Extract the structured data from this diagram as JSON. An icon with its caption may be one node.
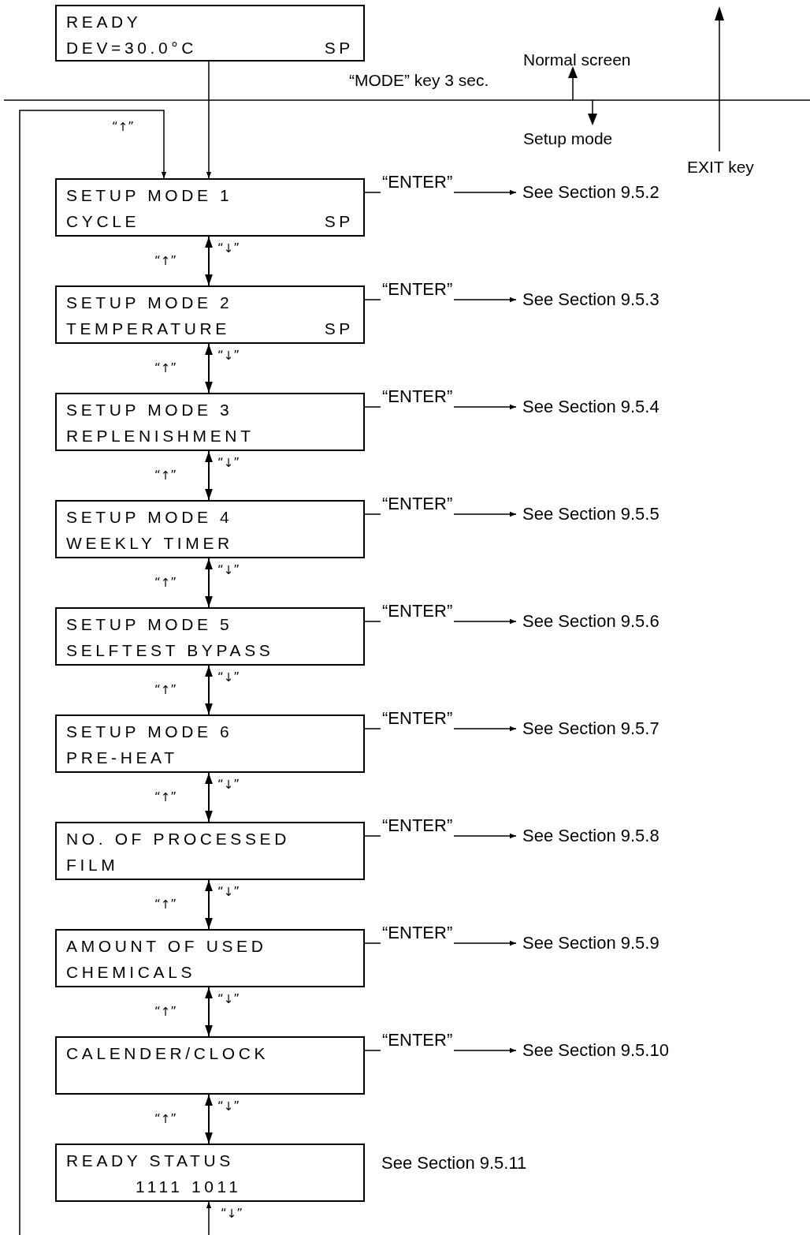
{
  "diagram": {
    "nodes": [
      {
        "text": [
          "READY",
          "DEV=30.0°C",
          "SP"
        ]
      },
      {
        "text": [
          "SETUP MODE 1",
          "CYCLE",
          "SP"
        ]
      },
      {
        "text": [
          "SETUP MODE 2",
          "TEMPERATURE",
          "SP"
        ]
      },
      {
        "text": [
          "SETUP MODE 3",
          "REPLENISHMENT"
        ]
      },
      {
        "text": [
          "SETUP MODE 4",
          "WEEKLY TIMER"
        ]
      },
      {
        "text": [
          "SETUP MODE 5",
          "SELFTEST BYPASS"
        ]
      },
      {
        "text": [
          "SETUP MODE 6",
          "PRE-HEAT"
        ]
      },
      {
        "text": [
          "NO. OF PROCESSED FILM"
        ]
      },
      {
        "text": [
          "AMOUNT OF USED CHEMICALS"
        ]
      },
      {
        "text": [
          "CALENDER/CLOCK"
        ]
      },
      {
        "text": [
          "READY STATUS",
          "1111 1011"
        ],
        "beside": [
          "See Section 9.5.11"
        ]
      },
      {
        "text": [
          "See Section 9.5.2"
        ]
      },
      {
        "text": [
          "See Section 9.5.3"
        ]
      },
      {
        "text": [
          "See Section 9.5.4"
        ]
      },
      {
        "text": [
          "See Section 9.5.5"
        ]
      },
      {
        "text": [
          "See Section 9.5.6"
        ]
      },
      {
        "text": [
          "See Section 9.5.7"
        ]
      },
      {
        "text": [
          "See Section 9.5.8"
        ]
      },
      {
        "text": [
          "See Section 9.5.9"
        ]
      },
      {
        "text": [
          "See Section 9.5.10"
        ]
      }
    ],
    "edges": [
      {
        "from": 0,
        "to": 1,
        "arrow": "to"
      },
      {
        "from": null,
        "to": 1,
        "arrow": "to",
        "label": "“↑”"
      },
      {
        "from": 1,
        "to": 11,
        "arrow": "to",
        "label": "“ENTER”"
      },
      {
        "from": 1,
        "to": 2,
        "arrow": "both"
      },
      {
        "from": 2,
        "to": 12,
        "arrow": "to",
        "label": "“ENTER”"
      },
      {
        "from": 2,
        "to": 3,
        "arrow": "both"
      },
      {
        "from": 3,
        "to": 13,
        "arrow": "to",
        "label": "“ENTER”"
      },
      {
        "from": 3,
        "to": 4,
        "arrow": "both"
      },
      {
        "from": 4,
        "to": 14,
        "arrow": "to",
        "label": "“ENTER”"
      },
      {
        "from": 4,
        "to": 5,
        "arrow": "both"
      },
      {
        "from": 5,
        "to": 15,
        "arrow": "to",
        "label": "“ENTER”"
      },
      {
        "from": 5,
        "to": 6,
        "arrow": "both"
      },
      {
        "from": 6,
        "to": 16,
        "arrow": "to",
        "label": "“ENTER”"
      },
      {
        "from": 6,
        "to": 7,
        "arrow": "both"
      },
      {
        "from": 7,
        "to": 17,
        "arrow": "to",
        "label": "“ENTER”"
      },
      {
        "from": 7,
        "to": 8,
        "arrow": "both"
      },
      {
        "from": 8,
        "to": 18,
        "arrow": "to",
        "label": "“ENTER”"
      },
      {
        "from": 8,
        "to": 9,
        "arrow": "both"
      },
      {
        "from": 9,
        "to": 19,
        "arrow": "to",
        "label": "“ENTER”"
      },
      {
        "from": 9,
        "to": 10,
        "arrow": "both"
      },
      {
        "from": null,
        "to": 10,
        "arrow": "to",
        "label": "“↓”"
      }
    ],
    "labels": [
      "“MODE” key 3 sec.",
      "Normal screen",
      "Setup mode",
      "EXIT key",
      "“↓”",
      "“↑”",
      "“↓”",
      "“↑”",
      "“↓”",
      "“↑”",
      "“↓”",
      "“↑”",
      "“↓”",
      "“↑”",
      "“↓”",
      "“↑”",
      "“↓”",
      "“↑”",
      "“↓”",
      "“↑”",
      "“↓”",
      "“↑”"
    ]
  }
}
